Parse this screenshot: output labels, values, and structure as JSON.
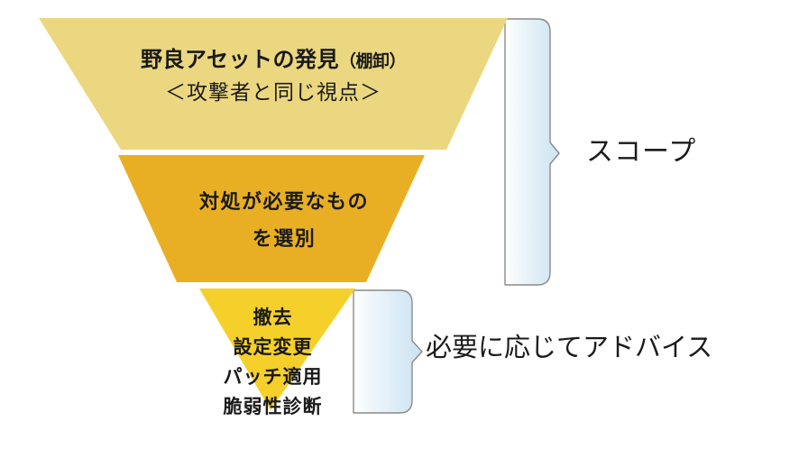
{
  "diagram": {
    "title": "",
    "type": "inverted-funnel",
    "colors": {
      "section1_fill": "#EBD780",
      "section2_fill": "#E9AF24",
      "section3_fill": "#F5D02B",
      "brace_fill_start": "#FFFFFF",
      "brace_fill_end": "#CDE3F0",
      "brace_stroke": "#808080",
      "text": "#1A1A1A",
      "background": "#FFFFFF"
    },
    "funnel": {
      "sections": [
        {
          "id": "discovery",
          "fill": "#EBD780",
          "lines": [
            {
              "main": "野良アセットの発見",
              "suffix": "（棚卸）"
            },
            {
              "main": "＜攻撃者と同じ視点＞",
              "suffix": ""
            }
          ]
        },
        {
          "id": "triage",
          "fill": "#E9AF24",
          "lines": [
            {
              "main": "対処が必要なもの",
              "suffix": ""
            },
            {
              "main": "を選別",
              "suffix": ""
            }
          ]
        },
        {
          "id": "remediation",
          "fill": "#F5D02B",
          "lines": [
            {
              "main": "撤去",
              "suffix": ""
            },
            {
              "main": "設定変更",
              "suffix": ""
            },
            {
              "main": "パッチ適用",
              "suffix": ""
            },
            {
              "main": "脆弱性診断",
              "suffix": ""
            }
          ]
        }
      ]
    },
    "braces": [
      {
        "id": "scope",
        "label": "スコープ",
        "covers": "section1-and-section2"
      },
      {
        "id": "advice",
        "label": "必要に応じてアドバイス",
        "covers": "section3"
      }
    ]
  }
}
